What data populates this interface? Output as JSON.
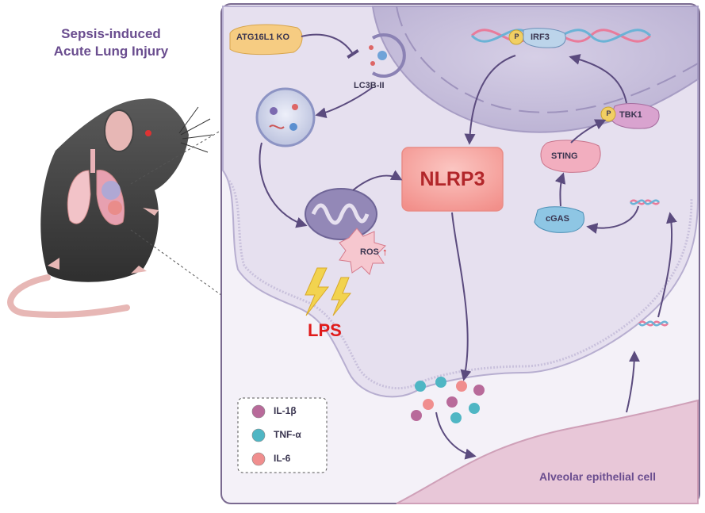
{
  "title_line1": "Sepsis-induced",
  "title_line2": "Acute Lung Injury",
  "labels": {
    "atg16l1_ko": "ATG16L1 KO",
    "lc3b_ii": "LC3B-II",
    "irf3": "IRF3",
    "tbk1": "TBK1",
    "sting": "STING",
    "cgas": "cGAS",
    "nlrp3": "NLRP3",
    "ros": "ROS",
    "ros_arrow": "↑",
    "phospho": "P",
    "lps": "LPS",
    "alveolar": "Alveolar epithelial cell"
  },
  "legend": [
    {
      "label": "IL-1β",
      "color": "#b86a9a"
    },
    {
      "label": "TNF-α",
      "color": "#4fb6c4"
    },
    {
      "label": "IL-6",
      "color": "#f08e8e"
    }
  ],
  "colors": {
    "panel_border": "#7a6a90",
    "cell_fill": "#ddd7ea",
    "nucleus_fill": "#c9c1dc",
    "nlrp3_box": "#f7a8a4",
    "nlrp3_text": "#b2262a",
    "arrow": "#5b4b7e",
    "lps_text": "#e01b1b",
    "lightning": "#f2d34f",
    "mouse": "#454545",
    "title_text": "#6a4d8f"
  }
}
